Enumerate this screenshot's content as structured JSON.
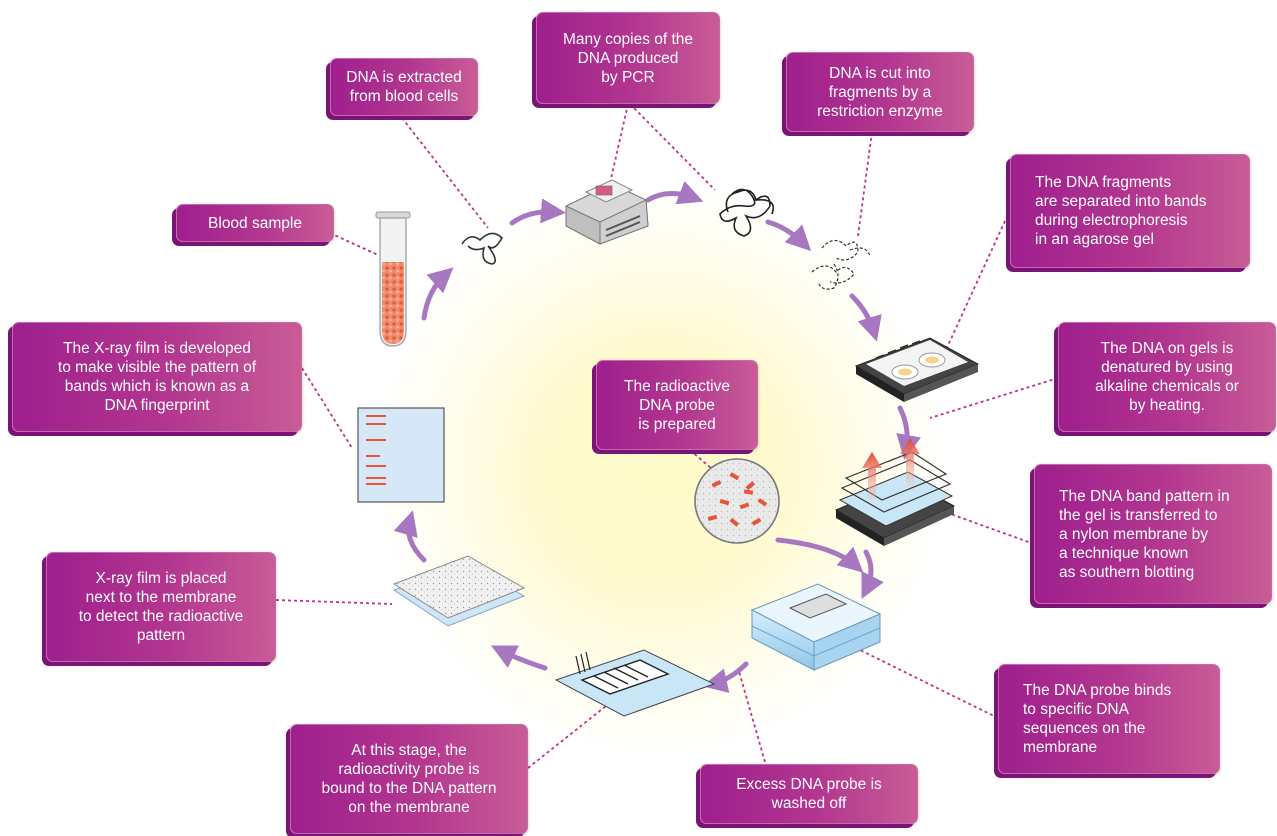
{
  "colors": {
    "box_gradient_start": "#9e1f8e",
    "box_gradient_end": "#c95c97",
    "arrow": "#a877c2",
    "connector": "#c0318f",
    "band": "#e8533a",
    "membrane": "#c9e6f7"
  },
  "steps": [
    {
      "id": "blood-sample",
      "text": "Blood sample",
      "icon": "test-tube-icon"
    },
    {
      "id": "extraction",
      "text": "DNA is extracted\nfrom blood cells",
      "icon": "dna-strand-icon"
    },
    {
      "id": "pcr",
      "text": "Many copies of the\nDNA produced\nby PCR",
      "icon": "pcr-machine-icon"
    },
    {
      "id": "restriction",
      "text": "DNA is cut into\nfragments by a\nrestriction enzyme",
      "icon": "dna-fragments-icon"
    },
    {
      "id": "electrophoresis",
      "text": "The DNA fragments\nare separated into bands\nduring electrophoresis\nin an agarose gel",
      "icon": "gel-plate-icon"
    },
    {
      "id": "denature",
      "text": "The DNA on gels is\ndenatured by using\nalkaline chemicals or\nby heating.",
      "icon": "gel-heat-icon"
    },
    {
      "id": "blotting",
      "text": "The DNA band pattern in\nthe gel is transferred to\na nylon membrane by\na technique known\nas southern blotting",
      "icon": "blotting-stack-icon"
    },
    {
      "id": "probe-binds",
      "text": "The DNA probe binds\nto specific DNA\nsequences on the\nmembrane",
      "icon": "hybridization-tray-icon"
    },
    {
      "id": "washed",
      "text": "Excess DNA probe is\nwashed off",
      "icon": "washed-membrane-icon"
    },
    {
      "id": "bound",
      "text": "At this stage, the\nradioactivity probe is\nbound to the DNA pattern\non the membrane",
      "icon": "membrane-icon"
    },
    {
      "id": "xray-placed",
      "text": "X-ray film is placed\nnext to the membrane\nto detect the radioactive\npattern",
      "icon": "film-stack-icon"
    },
    {
      "id": "developed",
      "text": "The X-ray film is developed\nto make visible the pattern of\nbands which is known as a\nDNA fingerprint",
      "icon": "dna-fingerprint-film-icon"
    },
    {
      "id": "probe-prepared",
      "text": "The radioactive\nDNA probe\nis prepared",
      "icon": "probe-dish-icon"
    }
  ]
}
